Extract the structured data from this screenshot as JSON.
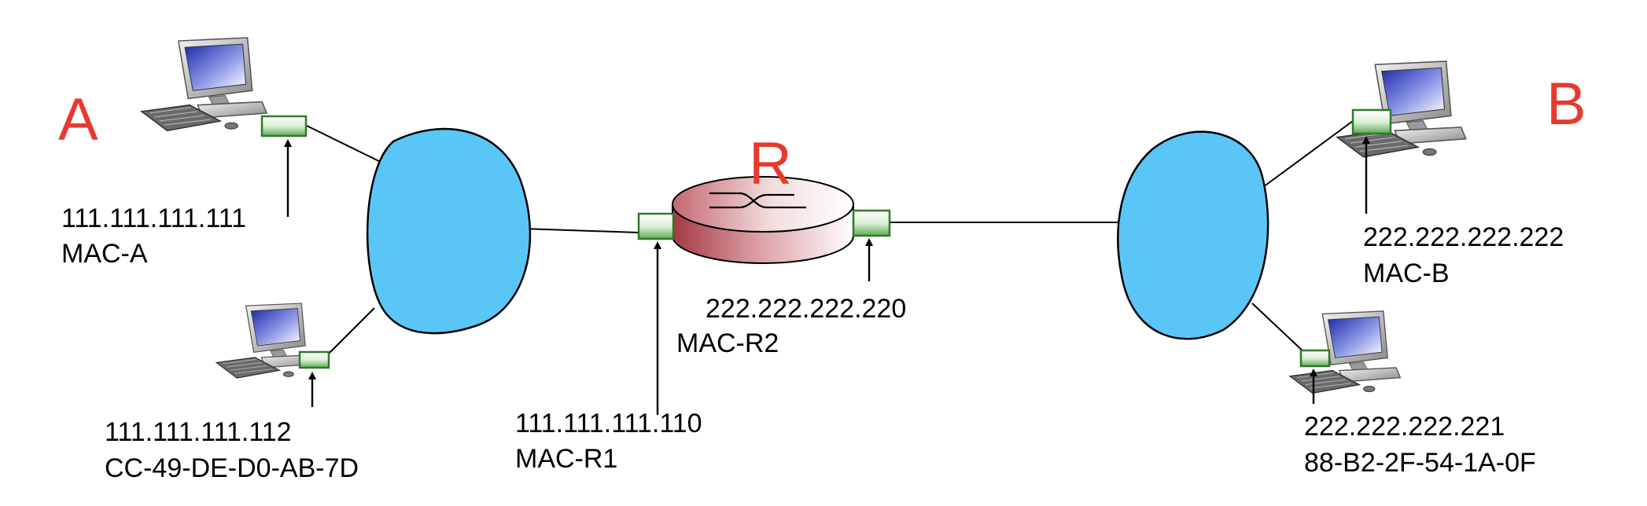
{
  "nodes": {
    "host_a_name": "A",
    "host_b_name": "B",
    "router_name": "R"
  },
  "labels": {
    "a_ip": "111.111.111.111",
    "a_mac": "MAC-A",
    "a2_ip": "111.111.111.112",
    "a2_mac": "CC-49-DE-D0-AB-7D",
    "r1_ip": "111.111.111.110",
    "r1_mac": "MAC-R1",
    "r2_ip": "222.222.222.220",
    "r2_mac": "MAC-R2",
    "b_ip": "222.222.222.222",
    "b_mac": "MAC-B",
    "b2_ip": "222.222.222.221",
    "b2_mac": "88-B2-2F-54-1A-0F"
  },
  "colors": {
    "node_letter": "#e8392e",
    "cloud": "#5ac6f7",
    "adapter": "#3a8f35",
    "router_left": "#a33a45"
  },
  "icons": {
    "computer": "desktop-computer-icon",
    "router": "router-icon",
    "adapter": "network-adapter-icon",
    "subnet": "subnet-cloud"
  }
}
